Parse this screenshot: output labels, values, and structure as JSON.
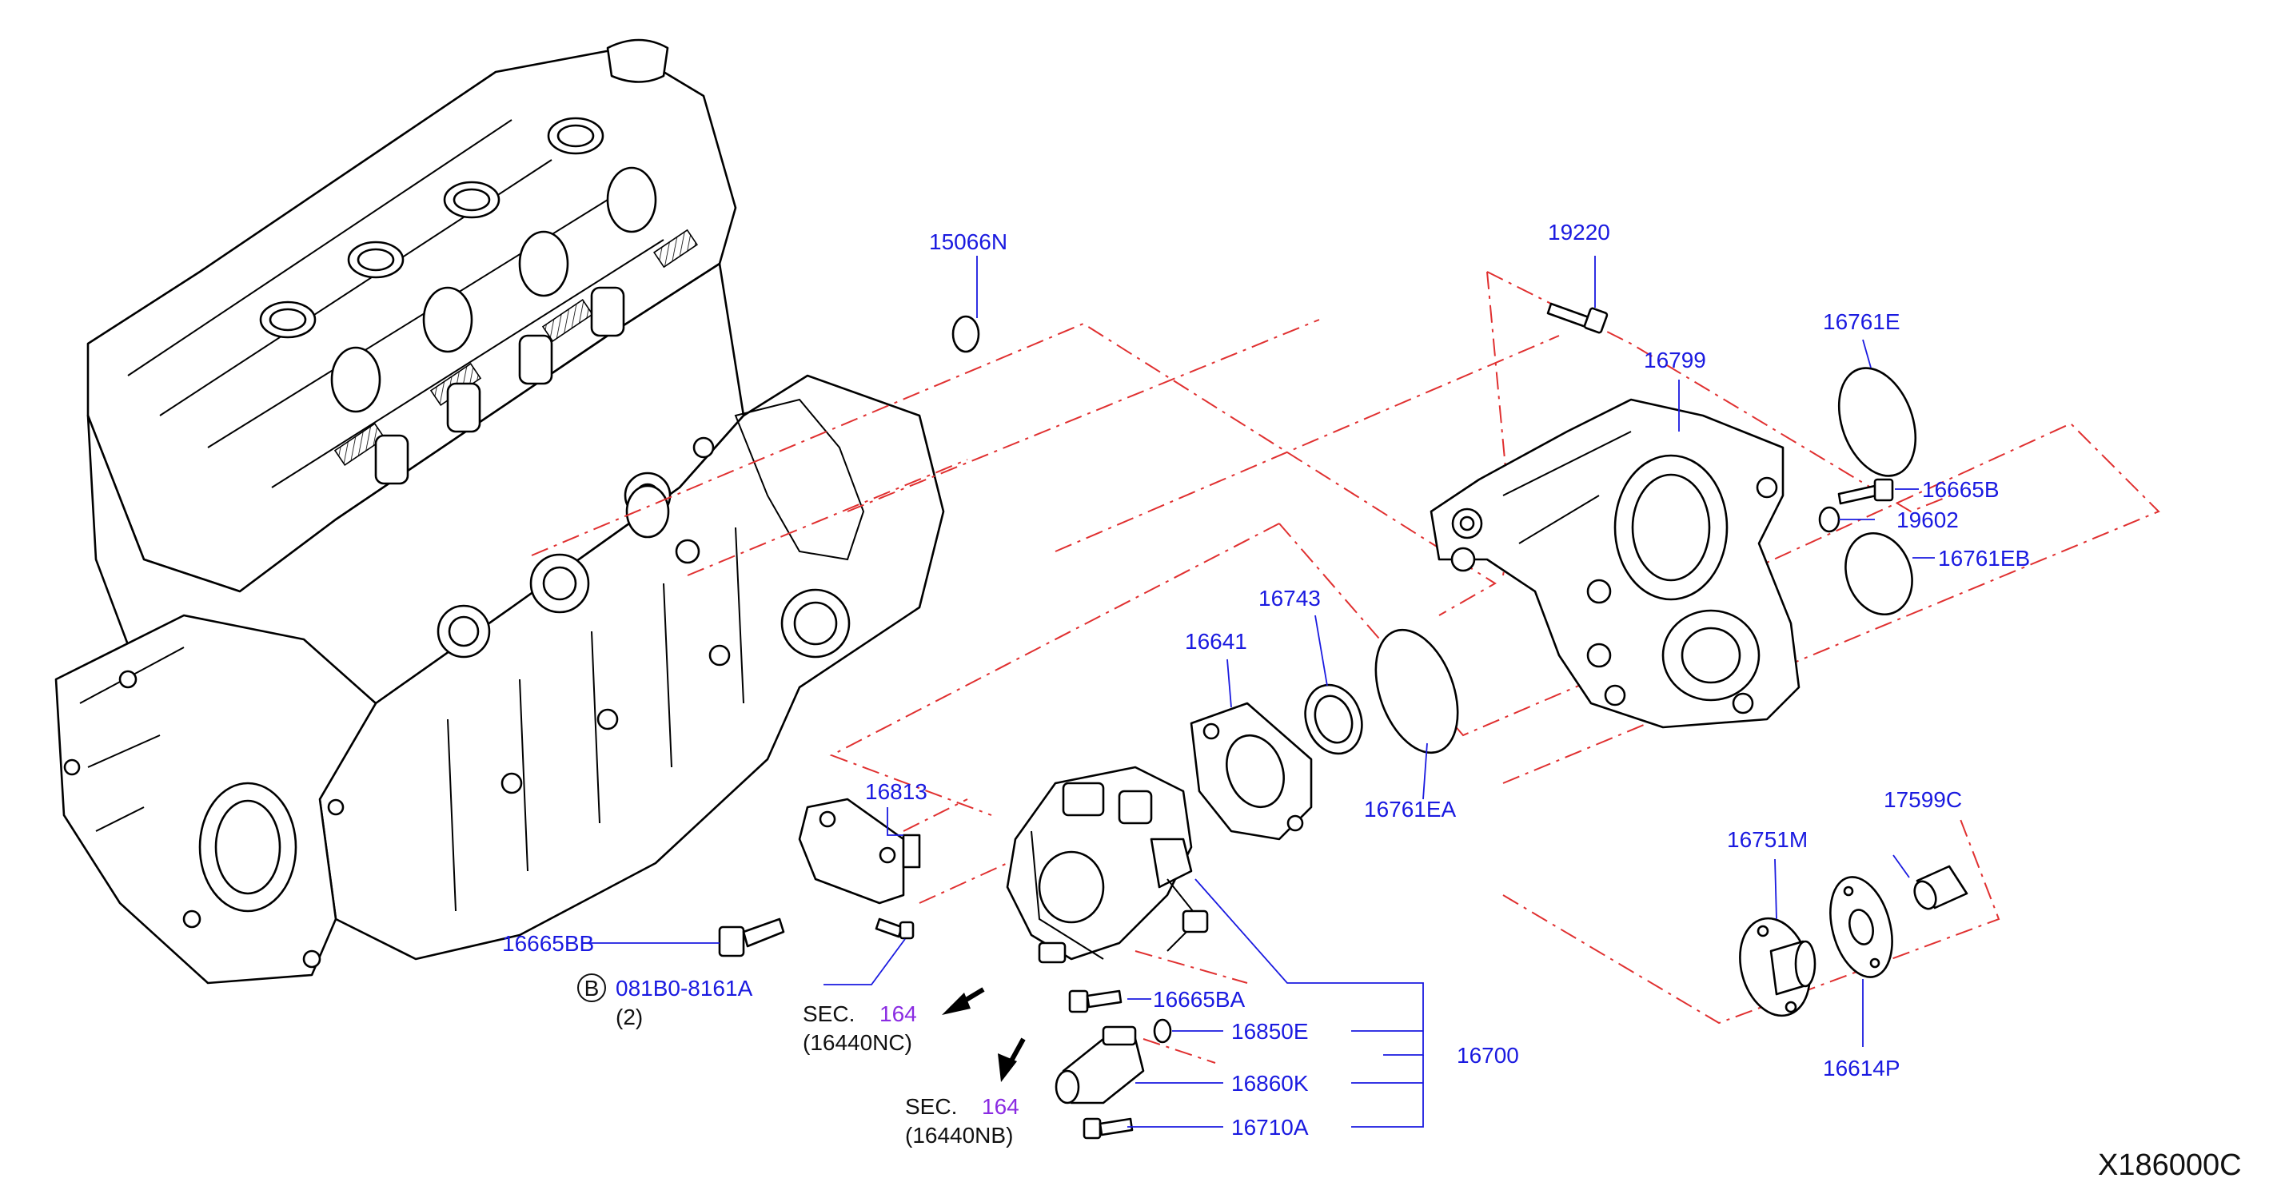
{
  "parts": {
    "p15066N": "15066N",
    "p19220": "19220",
    "p16799": "16799",
    "p16761E": "16761E",
    "p16665B": "16665B",
    "p19602": "19602",
    "p16761EB": "16761EB",
    "p16743": "16743",
    "p16641": "16641",
    "p16761EA": "16761EA",
    "p16813": "16813",
    "p16665BB": "16665BB",
    "p081B0": "081B0-8161A",
    "p081B0_qty": "(2)",
    "bolt_marker": "B",
    "p16665BA": "16665BA",
    "p16850E": "16850E",
    "p16700": "16700",
    "p16860K": "16860K",
    "p16710A": "16710A",
    "p16751M": "16751M",
    "p17599C": "17599C",
    "p16614P": "16614P"
  },
  "section_refs": [
    {
      "prefix": "SEC.",
      "number": "164",
      "sub": "(16440NC)"
    },
    {
      "prefix": "SEC.",
      "number": "164",
      "sub": "(16440NB)"
    }
  ],
  "diagram_code": "X186000C",
  "colors": {
    "part_number": "#1a1ae0",
    "section_number": "#8a2be2",
    "centerline": "#e03030",
    "drawing": "#000000"
  }
}
